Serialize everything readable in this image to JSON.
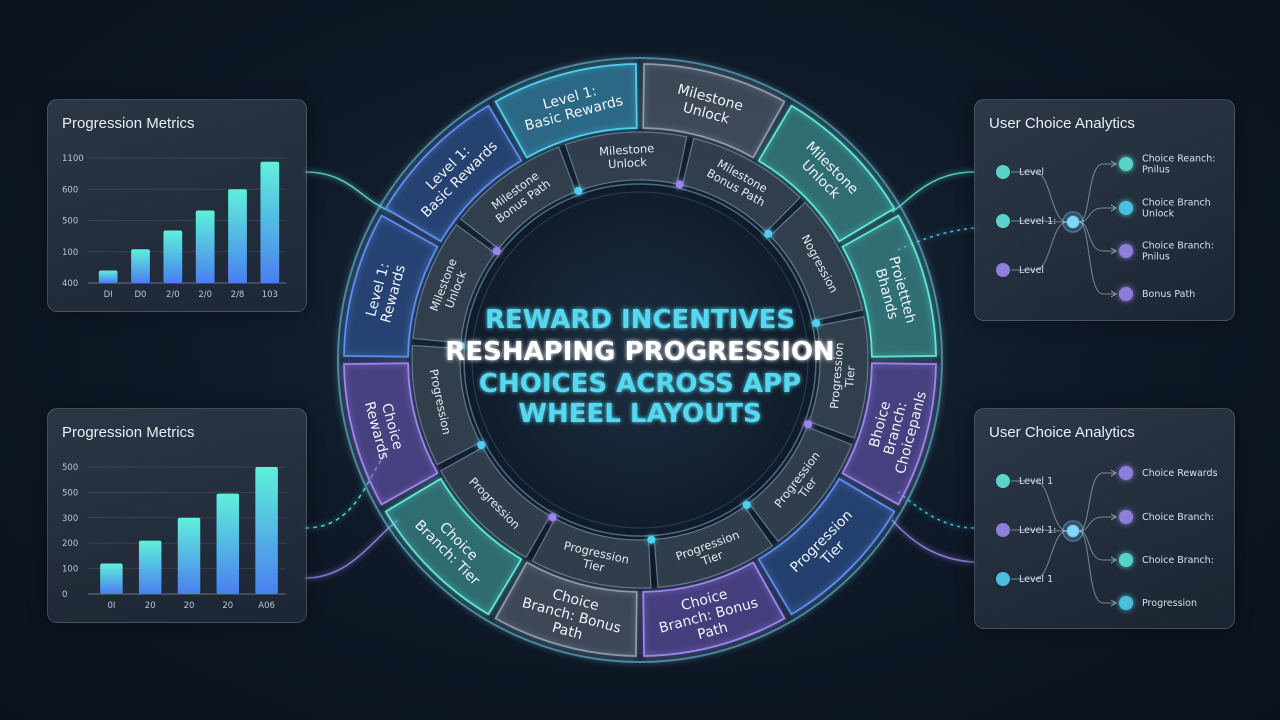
{
  "colors": {
    "teal": "#5fe6d8",
    "cyan": "#4fd0f0",
    "blue": "#5b8def",
    "purple": "#9b86ee"
  },
  "left_panels": [
    {
      "title": "Progression Metrics",
      "y_ticks": [
        "1100",
        "600",
        "500",
        "100",
        "400"
      ],
      "x_labels": [
        "DI",
        "D0",
        "2/0",
        "2/0",
        "2/8",
        "103"
      ],
      "bar_levels": [
        0.1,
        0.27,
        0.42,
        0.58,
        0.75,
        0.97
      ]
    },
    {
      "title": "Progression Metrics",
      "y_ticks": [
        "500",
        "500",
        "300",
        "200",
        "100",
        "0"
      ],
      "x_labels": [
        "0I",
        "20",
        "20",
        "20",
        "A06"
      ],
      "bar_levels": [
        0.24,
        0.42,
        0.6,
        0.79,
        1.0
      ]
    }
  ],
  "right_panels": [
    {
      "title": "User Choice Analytics",
      "left_nodes": [
        {
          "label": "Level",
          "color": "teal"
        },
        {
          "label": "Level 1:",
          "color": "teal"
        },
        {
          "label": "Level",
          "color": "purple"
        }
      ],
      "right_nodes": [
        {
          "label": "Choice Reanch: Pnilus",
          "color": "teal"
        },
        {
          "label": "Choice Branch Unlock",
          "color": "cyan"
        },
        {
          "label": "Choice Branch: Pnilus",
          "color": "purple"
        },
        {
          "label": "Bonus Path",
          "color": "purple"
        }
      ]
    },
    {
      "title": "User Choice Analytics",
      "left_nodes": [
        {
          "label": "Level 1",
          "color": "teal"
        },
        {
          "label": "Level 1:",
          "color": "purple"
        },
        {
          "label": "Level 1",
          "color": "cyan"
        }
      ],
      "right_nodes": [
        {
          "label": "Choice Rewards",
          "color": "purple"
        },
        {
          "label": "Choice Branch:",
          "color": "purple"
        },
        {
          "label": "Choice Branch:",
          "color": "teal"
        },
        {
          "label": "Progression",
          "color": "cyan"
        }
      ]
    }
  ],
  "wheel": {
    "title_lines": [
      "REWARD INCENTIVES",
      "RESHAPING PROGRESSION",
      "CHOICES ACROSS APP",
      "WHEEL LAYOUTS"
    ],
    "outer_segments": [
      {
        "label": "Level 1: Basic Rewards",
        "color": "cyan"
      },
      {
        "label": "Milestone Unlock",
        "color": "gray"
      },
      {
        "label": "Milestone Unlock",
        "color": "teal"
      },
      {
        "label": "Proiettteh Bhands",
        "color": "teal"
      },
      {
        "label": "Bhoice Branch: Choicepanls",
        "color": "purple"
      },
      {
        "label": "Progression Tier",
        "color": "blue"
      },
      {
        "label": "Choice Branch: Bonus Path",
        "color": "purple"
      },
      {
        "label": "Choice Branch: Bonus Path",
        "color": "gray"
      },
      {
        "label": "Choice Branch: Tier",
        "color": "teal"
      },
      {
        "label": "Choice Rewards",
        "color": "purple"
      },
      {
        "label": "Level 1: Rewards",
        "color": "blue"
      },
      {
        "label": "Level 1: Basic Rewards",
        "color": "blue"
      }
    ],
    "inner_segments": [
      {
        "label": "Milestone Unlock"
      },
      {
        "label": "Milestone Bonus Path"
      },
      {
        "label": "Nogression"
      },
      {
        "label": "Progression Tier"
      },
      {
        "label": "Progression Tier"
      },
      {
        "label": "Progression Tier"
      },
      {
        "label": "Progression Tier"
      },
      {
        "label": "Progression"
      },
      {
        "label": "Progression"
      },
      {
        "label": "Milestone Unlock"
      },
      {
        "label": "Milestone Bonus Path"
      }
    ]
  }
}
